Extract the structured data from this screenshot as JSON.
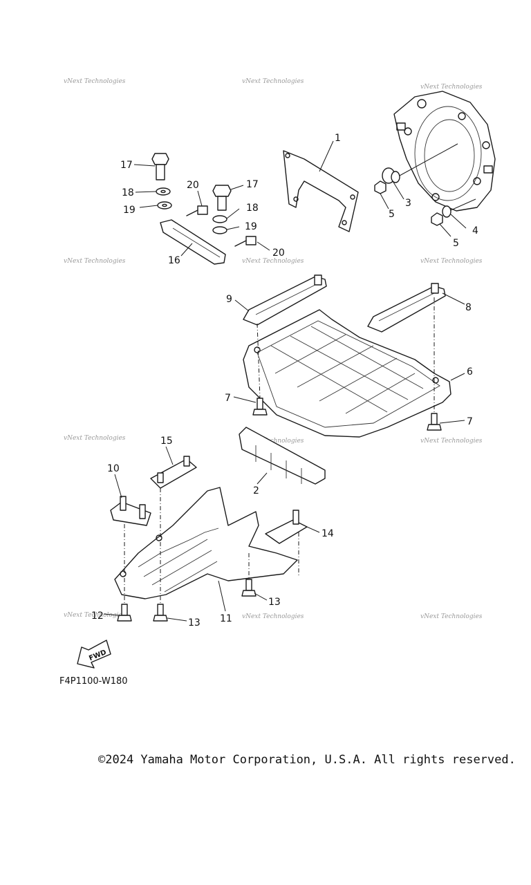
{
  "watermarks": [
    {
      "text": "vNext Technologies"
    },
    {
      "text": "vNext Technologies"
    },
    {
      "text": "vNext Technologies"
    },
    {
      "text": "vNext Technologies"
    },
    {
      "text": "vNext Technologies"
    },
    {
      "text": "vNext Technologies"
    },
    {
      "text": "vNext Technologies"
    },
    {
      "text": "vNext Technologies"
    },
    {
      "text": "vNext Technologies"
    },
    {
      "text": "vNext Technologies"
    },
    {
      "text": "vNext Technologies"
    },
    {
      "text": "vNext Technologies"
    }
  ],
  "callouts": [
    "1",
    "2",
    "3",
    "4",
    "5",
    "5",
    "6",
    "7",
    "7",
    "8",
    "9",
    "10",
    "11",
    "12",
    "13",
    "13",
    "14",
    "15",
    "16",
    "17",
    "17",
    "18",
    "18",
    "19",
    "19",
    "20",
    "20"
  ],
  "fwd_label": "FWD",
  "drawing_code": "F4P1100-W180",
  "copyright": "©2024 Yamaha Motor Corporation, U.S.A. All rights reserved."
}
